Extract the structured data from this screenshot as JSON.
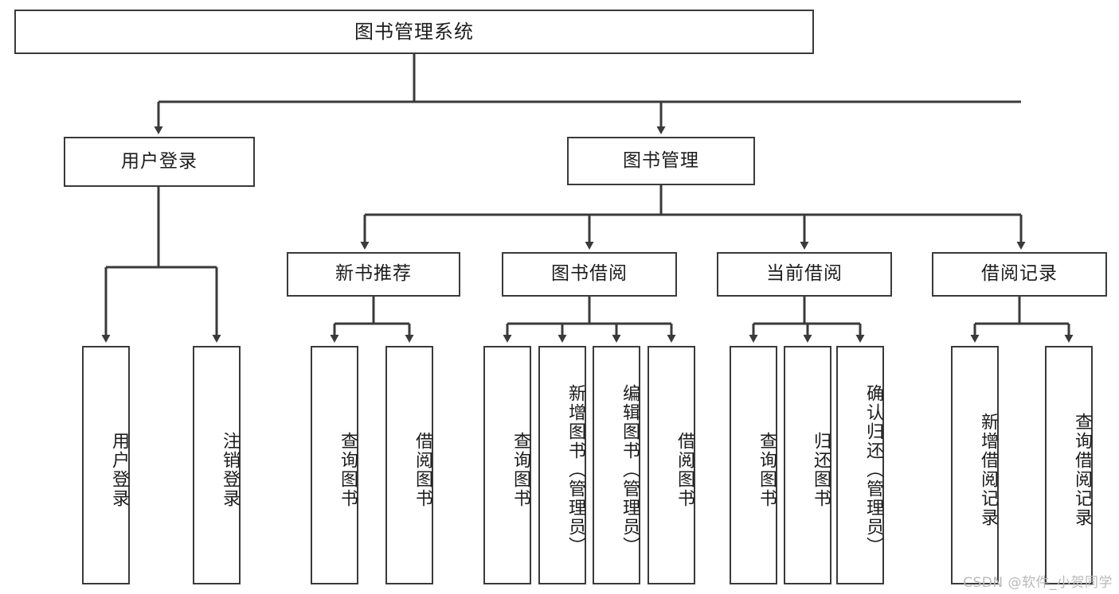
{
  "diagram": {
    "title": "图书管理系统",
    "root": {
      "label": "图书管理系统"
    },
    "level2": [
      {
        "label": "用户登录"
      },
      {
        "label": "图书管理"
      }
    ],
    "level3": [
      {
        "label": "新书推荐"
      },
      {
        "label": "图书借阅"
      },
      {
        "label": "当前借阅"
      },
      {
        "label": "借阅记录"
      }
    ],
    "leaves": {
      "user_login": [
        {
          "label": "用户登录"
        },
        {
          "label": "注销登录"
        }
      ],
      "new_book_recommend": [
        {
          "label": "查询图书"
        },
        {
          "label": "借阅图书"
        }
      ],
      "book_borrow": [
        {
          "label": "查询图书"
        },
        {
          "label": "新增图书（管理员）"
        },
        {
          "label": "编辑图书（管理员）"
        },
        {
          "label": "借阅图书"
        }
      ],
      "current_borrow": [
        {
          "label": "查询图书"
        },
        {
          "label": "归还图书"
        },
        {
          "label": "确认归还（管理员）"
        }
      ],
      "borrow_record": [
        {
          "label": "新增借阅记录"
        },
        {
          "label": "查询借阅记录"
        }
      ]
    }
  },
  "watermark": {
    "text": "CSDN @软件_小贺同学"
  },
  "colors": {
    "stroke": "#3a3a3a",
    "text": "#1c1c1c",
    "background": "#ffffff",
    "watermark": "#b9b9b9"
  }
}
